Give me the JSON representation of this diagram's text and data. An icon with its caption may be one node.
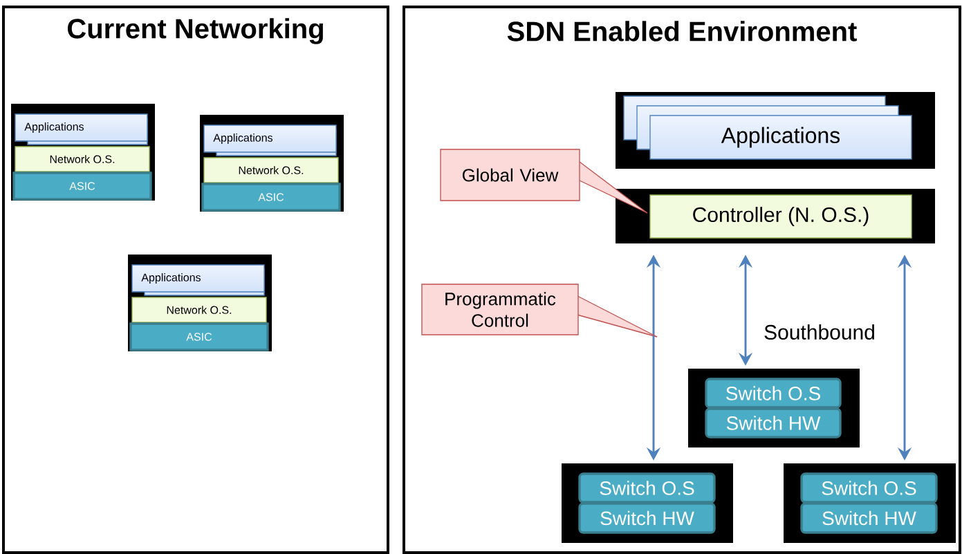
{
  "diagram": {
    "nodes": [
      {
        "text": [
          "Current Networking"
        ]
      },
      {
        "text": [
          "SDN Enabled Environment"
        ]
      },
      {
        "text": [],
        "shape": "box",
        "in": 0
      },
      {
        "text": [
          "Applications"
        ],
        "in": 2
      },
      {
        "text": [
          "Network O.S."
        ],
        "in": 2
      },
      {
        "text": [
          "ASIC"
        ],
        "in": 2
      },
      {
        "text": [],
        "shape": "box",
        "in": 0
      },
      {
        "text": [
          "Applications"
        ],
        "in": 6
      },
      {
        "text": [
          "Network O.S."
        ],
        "in": 6
      },
      {
        "text": [
          "ASIC"
        ],
        "in": 6
      },
      {
        "text": [],
        "shape": "box",
        "in": 0
      },
      {
        "text": [
          "Applications"
        ],
        "in": 10
      },
      {
        "text": [
          "Network O.S."
        ],
        "in": 10
      },
      {
        "text": [
          "ASIC"
        ],
        "in": 10
      },
      {
        "text": [],
        "shape": "box",
        "in": 1
      },
      {
        "text": [
          "Applications"
        ],
        "in": 14
      },
      {
        "text": [],
        "shape": "box",
        "in": 1
      },
      {
        "text": [
          "Controller (N. O.S.)"
        ],
        "in": 16
      },
      {
        "text": [
          "Global View"
        ],
        "in": 1
      },
      {
        "text": [
          "Programmatic Control"
        ],
        "in": 1
      },
      {
        "text": [],
        "shape": "box",
        "in": 1
      },
      {
        "text": [
          "Switch O.S"
        ],
        "in": 20
      },
      {
        "text": [
          "Switch HW"
        ],
        "in": 20
      },
      {
        "text": [],
        "shape": "box",
        "in": 1
      },
      {
        "text": [
          "Switch O.S"
        ],
        "in": 23
      },
      {
        "text": [
          "Switch HW"
        ],
        "in": 23
      },
      {
        "text": [],
        "shape": "box",
        "in": 1
      },
      {
        "text": [
          "Switch O.S"
        ],
        "in": 26
      },
      {
        "text": [
          "Switch HW"
        ],
        "in": 26
      }
    ],
    "edges": [
      {
        "from": 16,
        "to": 23,
        "arrow": "both"
      },
      {
        "from": 16,
        "to": 20,
        "arrow": "both",
        "label": "Southbound"
      },
      {
        "from": 16,
        "to": 26,
        "arrow": "both"
      },
      {
        "from": 18,
        "to": 17,
        "arrow": "none",
        "color": "#c0504d"
      },
      {
        "from": 19,
        "to": null,
        "arrow": "none",
        "color": "#c0504d"
      }
    ]
  }
}
